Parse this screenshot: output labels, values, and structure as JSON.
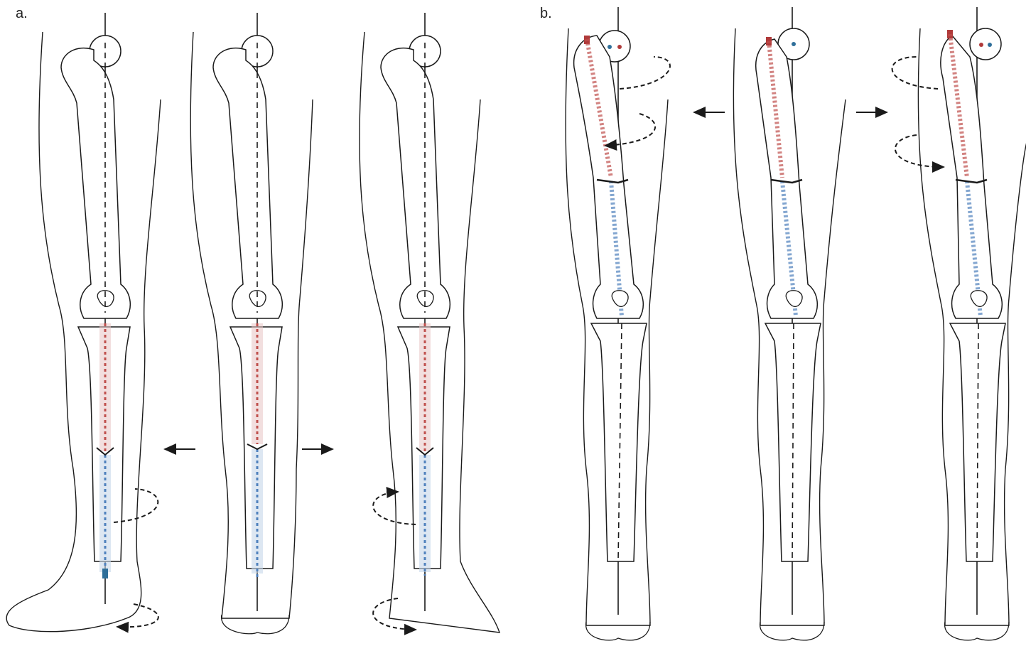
{
  "panels": [
    {
      "label": "a.",
      "legs": 3
    },
    {
      "label": "b.",
      "legs": 3
    }
  ],
  "colors": {
    "outline": "#1a1a1a",
    "proximal_segment": "#c0504d",
    "distal_segment": "#4f81bd",
    "nail_marker_red": "#b03a3a",
    "nail_marker_blue": "#2f6f9a"
  },
  "icons": [
    "leg-outline",
    "femur",
    "tibia",
    "intramedullary-nail",
    "rotation-arrow",
    "translation-arrow"
  ]
}
